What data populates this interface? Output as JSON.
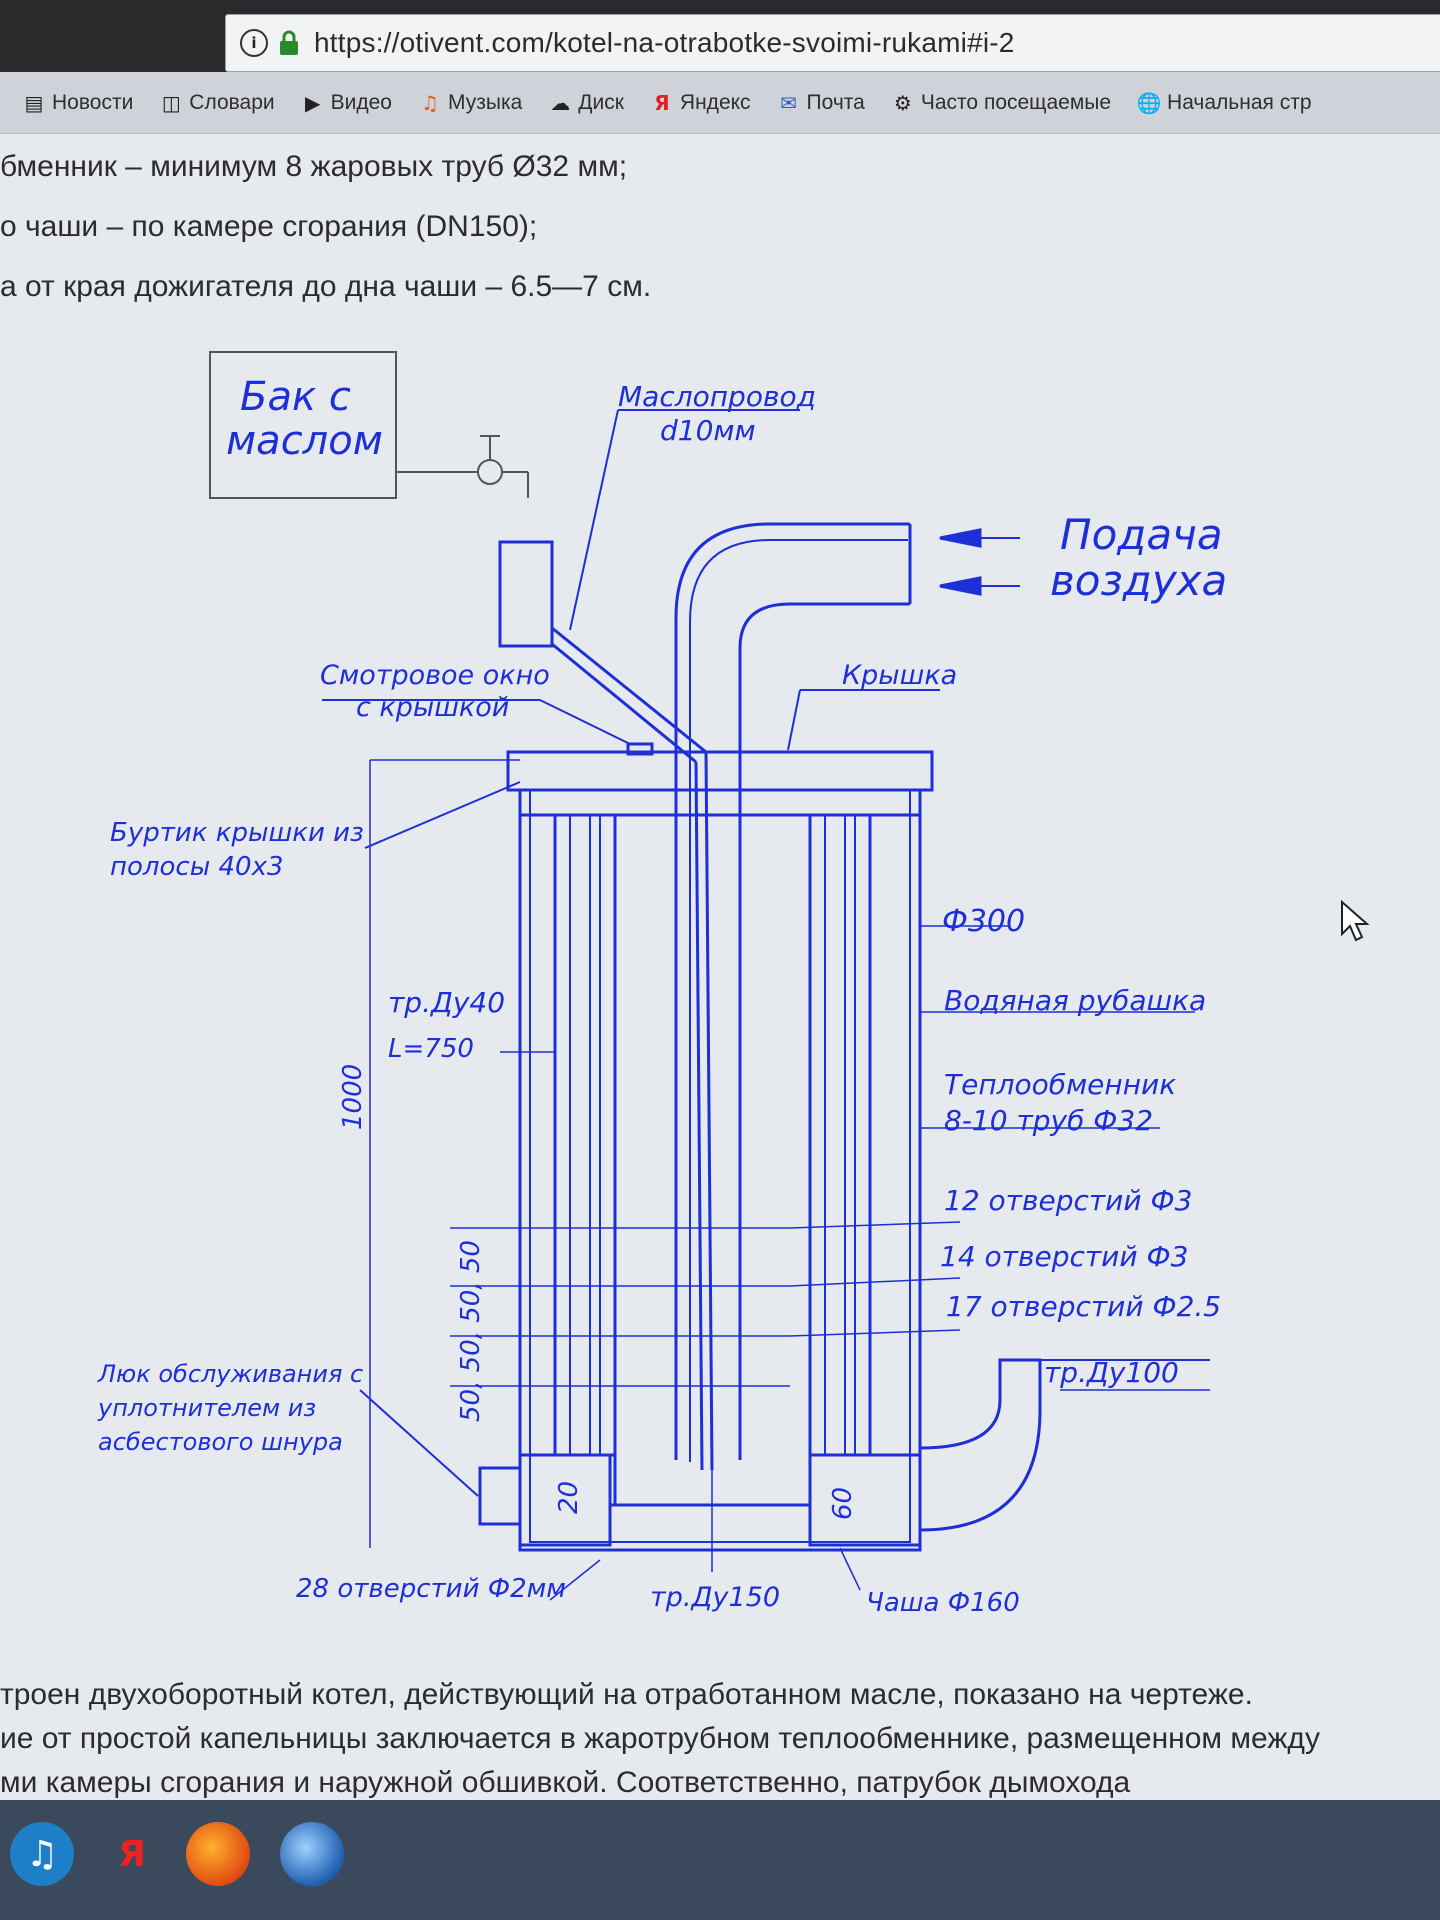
{
  "browser": {
    "url": "https://otivent.com/kotel-na-otrabotke-svoimi-rukami#i-2",
    "bookmarks": [
      {
        "label": "Новости",
        "icon": "news-icon"
      },
      {
        "label": "Словари",
        "icon": "dictionary-icon"
      },
      {
        "label": "Видео",
        "icon": "video-icon"
      },
      {
        "label": "Музыка",
        "icon": "music-icon"
      },
      {
        "label": "Диск",
        "icon": "disk-icon"
      },
      {
        "label": "Яндекс",
        "icon": "yandex-icon"
      },
      {
        "label": "Почта",
        "icon": "mail-icon"
      },
      {
        "label": "Часто посещаемые",
        "icon": "gear-icon"
      },
      {
        "label": "Начальная стр",
        "icon": "globe-icon"
      }
    ]
  },
  "article": {
    "top_lines": [
      "бменник – минимум 8 жаровых труб Ø32 мм;",
      "о чаши – по камере сгорания (DN150);",
      "а от края дожигателя до дна чаши – 6.5—7 см."
    ],
    "bottom_lines": [
      "троен двухоборотный котел,  действующий на отработанном масле, показано на чертеже.",
      "ие от простой капельницы заключается в жаротрубном теплообменнике, размещенном между",
      "ми камеры сгорания и наружной обшивкой. Соответственно, патрубок дымохода"
    ]
  },
  "diagram": {
    "tank_line1": "Бак с",
    "tank_line2": "маслом",
    "oil_line1": "Маслопровод",
    "oil_line2": "d10мм",
    "air_line1": "Подача",
    "air_line2": "воздуха",
    "window_line1": "Смотровое окно",
    "window_line2": "с крышкой",
    "lid": "Крышка",
    "rim_line1": "Буртик крышки из",
    "rim_line2": "полосы 40х3",
    "diameter": "Ф300",
    "pipe40": "тр.Ду40",
    "length": "L=750",
    "jacket": "Водяная рубашка",
    "hx_line1": "Теплообменник",
    "hx_line2": "8-10 труб Ф32",
    "holes12": "12 отверстий Ф3",
    "holes14": "14 отверстий Ф3",
    "holes17": "17 отверстий Ф2.5",
    "height": "1000",
    "spacing": "50, 50, 50, 50",
    "hatch_line1": "Люк обслуживания с",
    "hatch_line2": "уплотнителем из",
    "hatch_line3": "асбестового шнура",
    "pipe100": "тр.Ду100",
    "dim20": "20",
    "dim60": "60",
    "holes28": "28 отверстий Ф2мм",
    "pipe150": "тр.Ду150",
    "bowl": "Чаша  Ф160"
  },
  "taskbar": {
    "icons": [
      "speaker-icon",
      "yandex-browser-icon",
      "firefox-icon",
      "thunderbird-icon"
    ],
    "yandex_letter": "Я"
  }
}
